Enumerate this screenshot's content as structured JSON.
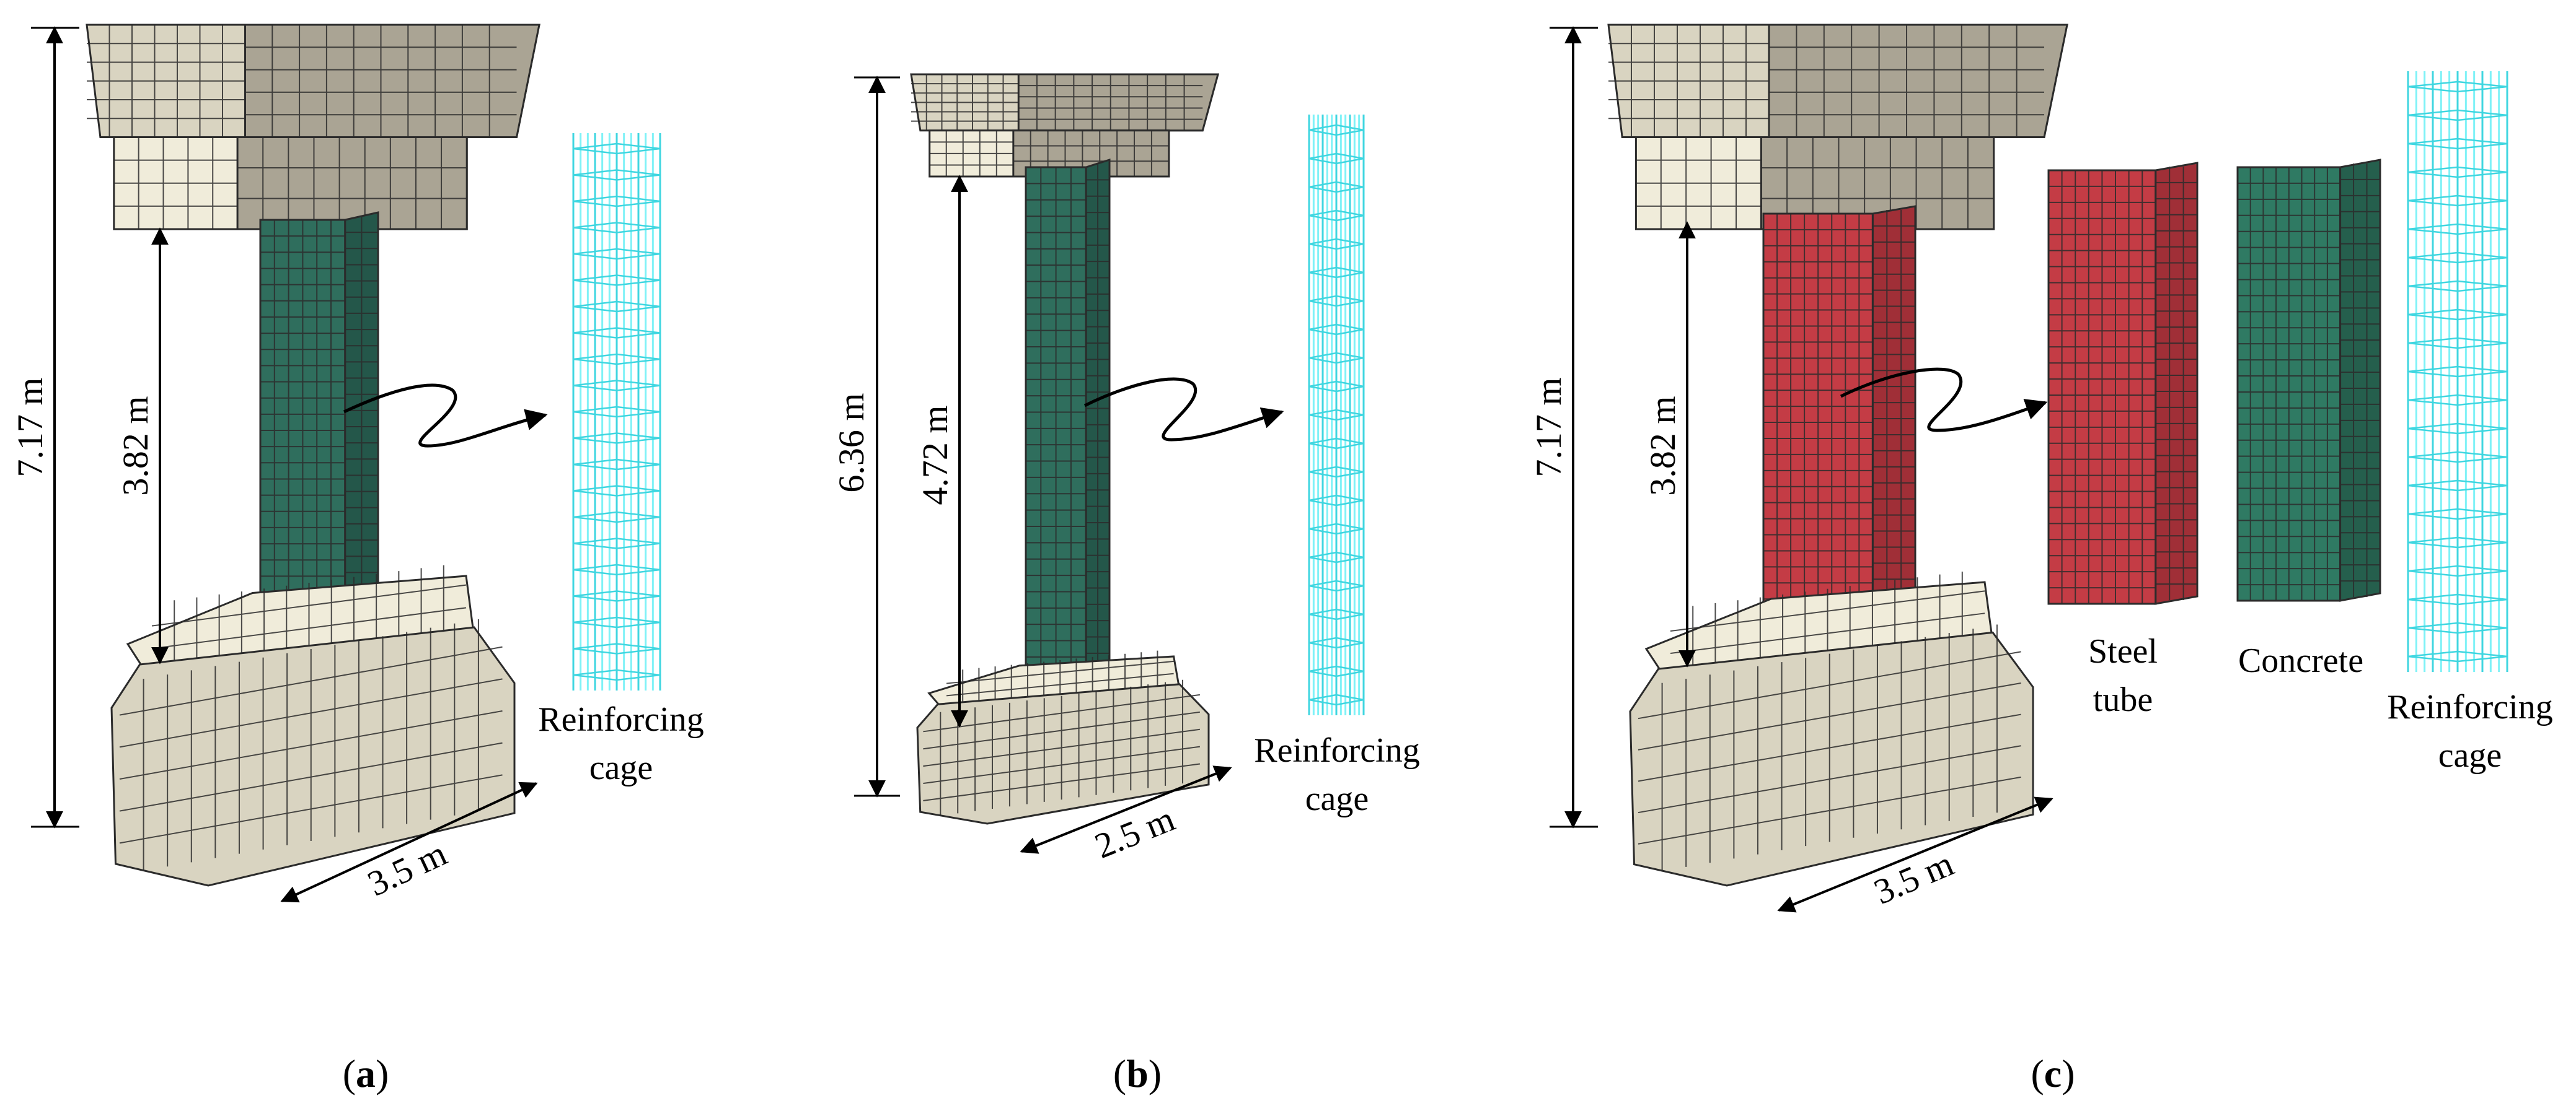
{
  "colors": {
    "cap_face": "#f0ecda",
    "cap_side": "#aaa494",
    "cap_front": "#d9d4c1",
    "mesh_line": "#2b2b2b",
    "rc_column": "#2f6e5d",
    "rc_column_side": "#24574a",
    "steel_tube": "#c43c45",
    "steel_tube_side": "#a02f37",
    "concrete": "#2f7a63",
    "concrete_side": "#255f4d",
    "rebar": "#7ff2f7",
    "rebar_dark": "#3fd6e0"
  },
  "panels": [
    {
      "id": "a",
      "caption_open": "(",
      "caption_letter": "a",
      "caption_close": ")",
      "overall_height": "7.17 m",
      "column_height": "3.82 m",
      "footing_width": "3.5 m",
      "parts": [
        {
          "label_lines": [
            "Reinforcing",
            "cage"
          ]
        }
      ]
    },
    {
      "id": "b",
      "caption_open": "(",
      "caption_letter": "b",
      "caption_close": ")",
      "overall_height": "6.36 m",
      "column_height": "4.72 m",
      "footing_width": "2.5 m",
      "parts": [
        {
          "label_lines": [
            "Reinforcing",
            "cage"
          ]
        }
      ]
    },
    {
      "id": "c",
      "caption_open": "(",
      "caption_letter": "c",
      "caption_close": ")",
      "overall_height": "7.17 m",
      "column_height": "3.82 m",
      "footing_width": "3.5 m",
      "parts": [
        {
          "label_lines": [
            "Steel",
            "tube"
          ]
        },
        {
          "label_lines": [
            "Concrete"
          ]
        },
        {
          "label_lines": [
            "Reinforcing",
            "cage"
          ]
        }
      ]
    }
  ]
}
